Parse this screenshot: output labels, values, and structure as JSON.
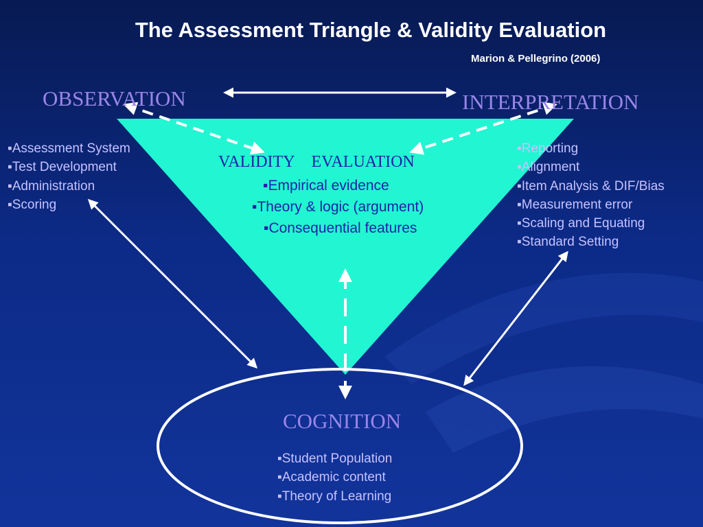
{
  "title": "The Assessment Triangle & Validity Evaluation",
  "citation": "Marion & Pellegrino (2006)",
  "nodes": {
    "observation": "OBSERVATION",
    "interpretation": "INTERPRETATION",
    "cognition": "COGNITION"
  },
  "validity": {
    "word1": "VALIDITY",
    "word2": "EVALUATION",
    "items": [
      "Empirical evidence",
      "Theory & logic (argument)",
      "Consequential features"
    ]
  },
  "observation_items": [
    "Assessment System",
    "Test Development",
    "Administration",
    "Scoring"
  ],
  "interpretation_items": [
    "Reporting",
    "Alignment",
    "Item Analysis & DIF/Bias",
    "Measurement error",
    "Scaling and Equating",
    "Standard Setting"
  ],
  "cognition_items": [
    "Student Population",
    "Academic content",
    "Theory of Learning"
  ],
  "colors": {
    "background": "#0c2a86",
    "triangle": "#22f5d2",
    "node_label": "#9a86e8",
    "list_text": "#c6c2ff",
    "validity_text": "#1b24a8"
  }
}
